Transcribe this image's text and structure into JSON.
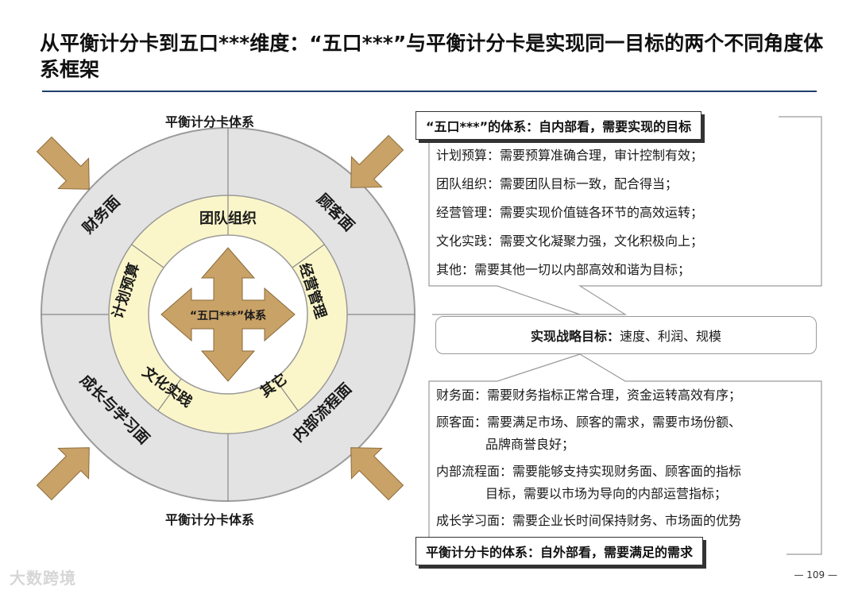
{
  "title": "从平衡计分卡到五口***维度：“五口***”与平衡计分卡是实现同一目标的两个不同角度体系框架",
  "diagram": {
    "top_label": "平衡计分卡体系",
    "bottom_label": "平衡计分卡体系",
    "center_label": "“五口***”体系",
    "outer_ring": [
      "财务面",
      "顾客面",
      "内部流程面",
      "成长与学习面"
    ],
    "inner_ring": [
      "团队组织",
      "经营管理",
      "其它",
      "文化实践",
      "计划预算"
    ]
  },
  "colors": {
    "outer_ring": "#e3e3e3",
    "inner_ring": "#fbf6c9",
    "arrow": "#c9a267",
    "title_rule": "#1f3f6b"
  },
  "right_panel": {
    "top_box": {
      "title": "“五口***”的体系：自内部看，需要实现的目标",
      "items": [
        "计划预算：需要预算准确合理，审计控制有效；",
        "团队组织：需要团队目标一致，配合得当；",
        "经营管理：需要实现价值链各环节的高效运转；",
        "文化实践：需要文化凝聚力强，文化积极向上；",
        "其他：需要其他一切以内部高效和谐为目标；"
      ]
    },
    "strategy": {
      "label": "实现战略目标：",
      "value": "速度、利润、规模"
    },
    "bottom_box": {
      "title": "平衡计分卡的体系：自外部看，需要满足的需求",
      "items": [
        {
          "main": "财务面：需要财务指标正常合理，资金运转高效有序；"
        },
        {
          "main": "顾客面：需要满足市场、顾客的需求，需要市场份额、",
          "cont": "品牌商誉良好；"
        },
        {
          "main": "内部流程面：需要能够支持实现财务面、顾客面的指标",
          "cont": "目标，需要以市场为导向的内部运营指标；"
        },
        {
          "main": "成长学习面：需要企业长时间保持财务、市场面的优势"
        }
      ]
    }
  },
  "page_number": "— 109 —",
  "watermark": "大数跨境"
}
